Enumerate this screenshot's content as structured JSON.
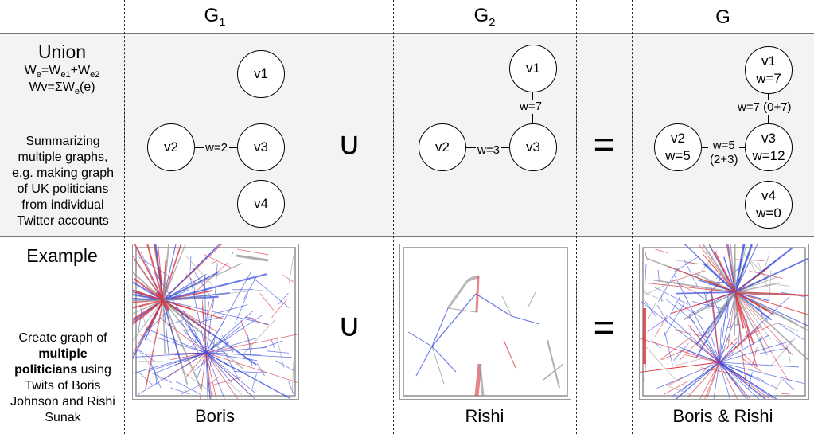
{
  "headers": {
    "g1": "G",
    "g1_sub": "1",
    "g2": "G",
    "g2_sub": "2",
    "g": "G"
  },
  "union": {
    "title": "Union",
    "formula1": {
      "w": "W",
      "w_sub": "e",
      "eq": "=W",
      "e1": "e1",
      "plus": "+W",
      "e2": "e2"
    },
    "formula2": {
      "a": "Wv=ΣW",
      "sub": "e",
      "b": "(e)"
    },
    "desc_lines": [
      "Summarizing",
      "multiple graphs,",
      "e.g. making graph",
      "of UK politicians",
      "from individual",
      "Twitter accounts"
    ]
  },
  "operators": {
    "union": "∪",
    "equals": "="
  },
  "g1_graph": {
    "nodes": [
      {
        "id": "v1",
        "label": "v1"
      },
      {
        "id": "v2",
        "label": "v2"
      },
      {
        "id": "v3",
        "label": "v3"
      },
      {
        "id": "v4",
        "label": "v4"
      }
    ],
    "edges": [
      {
        "from": "v2",
        "to": "v3",
        "label": "w=2"
      }
    ]
  },
  "g2_graph": {
    "nodes": [
      {
        "id": "v1",
        "label": "v1"
      },
      {
        "id": "v2",
        "label": "v2"
      },
      {
        "id": "v3",
        "label": "v3"
      }
    ],
    "edges": [
      {
        "from": "v1",
        "to": "v3",
        "label": "w=7"
      },
      {
        "from": "v2",
        "to": "v3",
        "label": "w=3"
      }
    ]
  },
  "g_graph": {
    "nodes": [
      {
        "id": "v1",
        "label": "v1",
        "weight": "w=7"
      },
      {
        "id": "v2",
        "label": "v2",
        "weight": "w=5"
      },
      {
        "id": "v3",
        "label": "v3",
        "weight": "w=12"
      },
      {
        "id": "v4",
        "label": "v4",
        "weight": "w=0"
      }
    ],
    "edges": [
      {
        "from": "v1",
        "to": "v3",
        "label": "w=7 (0+7)"
      },
      {
        "from": "v2",
        "to": "v3",
        "label": "w=5",
        "label2": "(2+3)"
      }
    ]
  },
  "example": {
    "title": "Example",
    "desc_pre1": "Create graph of",
    "desc_bold1": "multiple",
    "desc_bold2": "politicians",
    "desc_post2": " using",
    "desc_lines_after": [
      "Twits of Boris",
      "Johnson and Rishi",
      "Sunak"
    ],
    "captions": {
      "boris": "Boris",
      "rishi": "Rishi",
      "both": "Boris & Rishi"
    }
  },
  "colors": {
    "row_bg": "#f3f3f3",
    "blue_edges": "#3a4fe0",
    "red_edges": "#d9303a",
    "gray_edges": "#9a9a9a"
  }
}
